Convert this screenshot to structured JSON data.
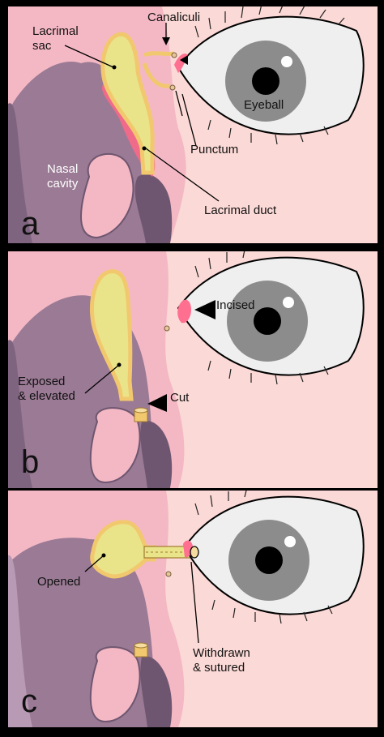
{
  "panels": [
    {
      "letter": "a",
      "labels": {
        "lacrimal_sac": "Lacrimal\nsac",
        "canaliculi": "Canaliculi",
        "eyeball": "Eyeball",
        "punctum": "Punctum",
        "nasal_cavity": "Nasal\ncavity",
        "lacrimal_duct": "Lacrimal duct"
      }
    },
    {
      "letter": "b",
      "labels": {
        "incised": "Incised",
        "exposed": "Exposed\n& elevated",
        "cut": "Cut"
      }
    },
    {
      "letter": "c",
      "labels": {
        "opened": "Opened",
        "withdrawn": "Withdrawn\n& sutured"
      }
    }
  ],
  "colors": {
    "skin": "#f4b8c4",
    "cavity": "#9a7a94",
    "cavity_shadow": "#6f5670",
    "sac": "#e9e48a",
    "sac_rim": "#f2c86e",
    "eye_white": "#efefef",
    "iris": "#8c8c8c",
    "pupil": "#000000",
    "canthus": "#ff6f8f"
  }
}
